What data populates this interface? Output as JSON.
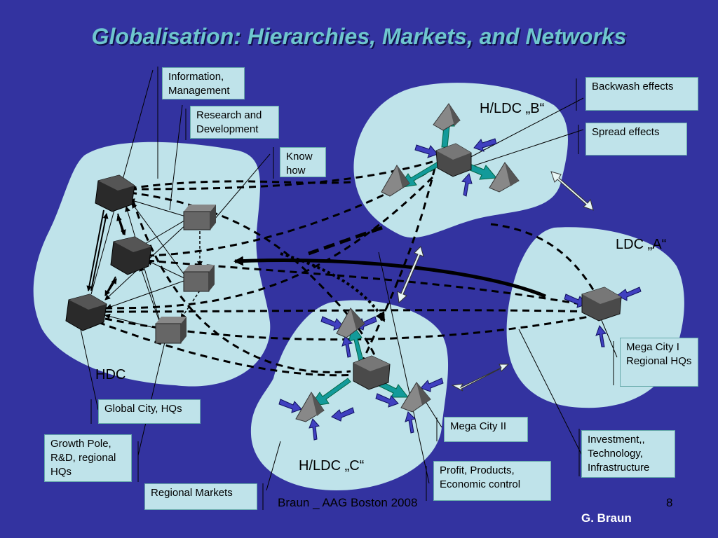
{
  "title": "Globalisation: Hierarchies, Markets, and Networks",
  "regions": {
    "hdc": "HDC",
    "ldc_a": "LDC „A“",
    "hldc_b": "H/LDC „B“",
    "hldc_c": "H/LDC „C“"
  },
  "boxes": {
    "info_mgmt": "Information, Management",
    "rnd": "Research and Development",
    "know_how": "Know how",
    "backwash": "Backwash effects",
    "spread": "Spread effects",
    "mega_city_1": "Mega City I Regional HQs",
    "global_city": "Global City, HQs",
    "growth_pole": "Growth Pole, R&D, regional HQs",
    "regional_markets": "Regional Markets",
    "mega_city_2": "Mega City II",
    "profit": "Profit, Products, Economic control",
    "investment": "Investment,, Technology, Infrastructure"
  },
  "footer": {
    "center": "Braun _ AAG Boston 2008",
    "page": "8",
    "author": "G. Braun"
  },
  "colors": {
    "background": "#3333a0",
    "region_fill": "#bfe3ea",
    "title": "#6ec6ce",
    "teal_arrow": "#139a9a",
    "blue_arrow": "#3a3ab0"
  }
}
